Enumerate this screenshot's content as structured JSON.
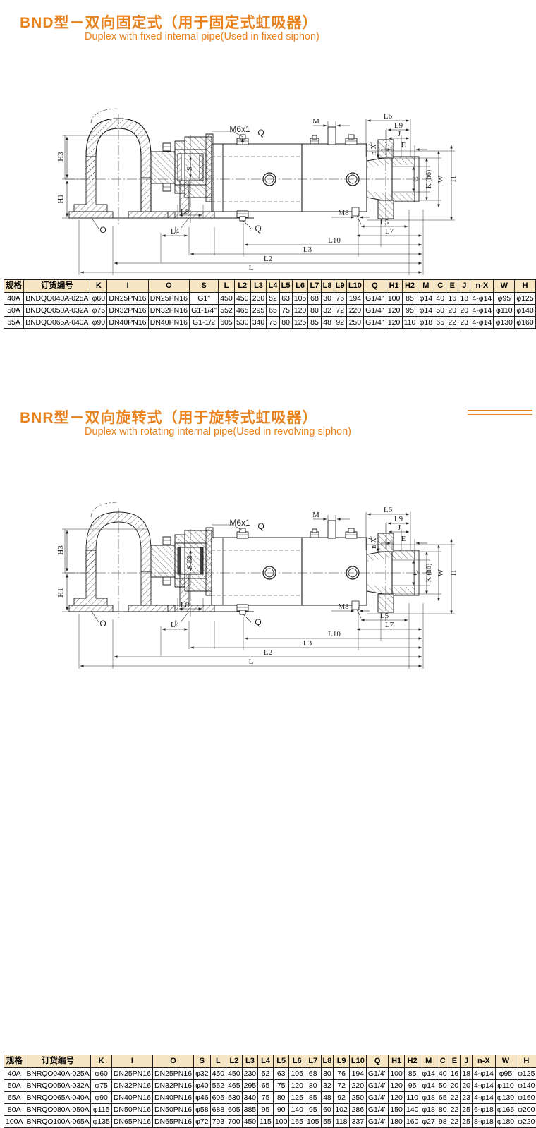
{
  "page": {
    "accent": "#E8821E",
    "header_bg": "#F7E6C4",
    "line": "#231f20"
  },
  "sections": [
    {
      "id": "bnd",
      "title_cn": "BND型－双向固定式（用于固定式虹吸器）",
      "title_en": "Duplex with fixed internal pipe(Used in fixed siphon)",
      "has_rules": false,
      "drawing": {
        "callouts": [
          "M6x1",
          "Q",
          "M8",
          "O",
          "I",
          "S"
        ],
        "dims_top": [
          "M",
          "L6",
          "L9",
          "Y",
          "E",
          "J",
          "n-X"
        ],
        "dims_left": [
          "H3",
          "H1"
        ],
        "dims_right": [
          "C",
          "K (h6)",
          "W",
          "H"
        ],
        "dims_bottom": [
          "L8",
          "L4",
          "L5",
          "L7",
          "L10",
          "L3",
          "L2",
          "L"
        ],
        "bore_label": "S"
      },
      "table": {
        "headers": [
          "规格",
          "订货编号",
          "K",
          "I",
          "O",
          "S",
          "L",
          "L2",
          "L3",
          "L4",
          "L5",
          "L6",
          "L7",
          "L8",
          "L9",
          "L10",
          "Q",
          "H1",
          "H2",
          "M",
          "C",
          "E",
          "J",
          "n-X",
          "W",
          "H"
        ],
        "rows": [
          [
            "40A",
            "BNDQO040A-025A",
            "φ60",
            "DN25PN16",
            "DN25PN16",
            "G1\"",
            "450",
            "450",
            "230",
            "52",
            "63",
            "105",
            "68",
            "30",
            "76",
            "194",
            "G1/4\"",
            "100",
            "85",
            "φ14",
            "40",
            "16",
            "18",
            "4-φ14",
            "φ95",
            "φ125"
          ],
          [
            "50A",
            "BNDQO050A-032A",
            "φ75",
            "DN32PN16",
            "DN32PN16",
            "G1-1/4\"",
            "552",
            "465",
            "295",
            "65",
            "75",
            "120",
            "80",
            "32",
            "72",
            "220",
            "G1/4\"",
            "120",
            "95",
            "φ14",
            "50",
            "20",
            "20",
            "4-φ14",
            "φ110",
            "φ140"
          ],
          [
            "65A",
            "BNDQO065A-040A",
            "φ90",
            "DN40PN16",
            "DN40PN16",
            "G1-1/2",
            "605",
            "530",
            "340",
            "75",
            "80",
            "125",
            "85",
            "48",
            "92",
            "250",
            "G1/4\"",
            "120",
            "110",
            "φ18",
            "65",
            "22",
            "23",
            "4-φ14",
            "φ130",
            "φ160"
          ]
        ]
      }
    },
    {
      "id": "bnr",
      "title_cn": "BNR型－双向旋转式（用于旋转式虹吸器）",
      "title_en": "Duplex with rotating internal pipe(Used in revolving siphon)",
      "has_rules": true,
      "drawing": {
        "callouts": [
          "M6x1",
          "Q",
          "M8",
          "O",
          "I",
          "S E8"
        ],
        "dims_top": [
          "M",
          "L6",
          "L9",
          "Y",
          "E",
          "J",
          "n-X"
        ],
        "dims_left": [
          "H3",
          "H1"
        ],
        "dims_right": [
          "C",
          "K (h6)",
          "W",
          "H"
        ],
        "dims_bottom": [
          "L8",
          "L4",
          "L5",
          "L7",
          "L10",
          "L3",
          "L2",
          "L"
        ],
        "bore_label": "S E8"
      },
      "table": {
        "headers": [
          "规格",
          "订货编号",
          "K",
          "I",
          "O",
          "S",
          "L",
          "L2",
          "L3",
          "L4",
          "L5",
          "L6",
          "L7",
          "L8",
          "L9",
          "L10",
          "Q",
          "H1",
          "H2",
          "M",
          "C",
          "E",
          "J",
          "n-X",
          "W",
          "H"
        ],
        "rows": [
          [
            "40A",
            "BNRQO040A-025A",
            "φ60",
            "DN25PN16",
            "DN25PN16",
            "φ32",
            "450",
            "450",
            "230",
            "52",
            "63",
            "105",
            "68",
            "30",
            "76",
            "194",
            "G1/4\"",
            "100",
            "85",
            "φ14",
            "40",
            "16",
            "18",
            "4-φ14",
            "φ95",
            "φ125"
          ],
          [
            "50A",
            "BNRQO050A-032A",
            "φ75",
            "DN32PN16",
            "DN32PN16",
            "φ40",
            "552",
            "465",
            "295",
            "65",
            "75",
            "120",
            "80",
            "32",
            "72",
            "220",
            "G1/4\"",
            "120",
            "95",
            "φ14",
            "50",
            "20",
            "20",
            "4-φ14",
            "φ110",
            "φ140"
          ],
          [
            "65A",
            "BNRQO065A-040A",
            "φ90",
            "DN40PN16",
            "DN40PN16",
            "φ46",
            "605",
            "530",
            "340",
            "75",
            "80",
            "125",
            "85",
            "48",
            "92",
            "250",
            "G1/4\"",
            "120",
            "110",
            "φ18",
            "65",
            "22",
            "23",
            "4-φ14",
            "φ130",
            "φ160"
          ],
          [
            "80A",
            "BNRQO080A-050A",
            "φ115",
            "DN50PN16",
            "DN50PN16",
            "φ58",
            "688",
            "605",
            "385",
            "95",
            "90",
            "140",
            "95",
            "60",
            "102",
            "286",
            "G1/4\"",
            "150",
            "140",
            "φ18",
            "80",
            "22",
            "25",
            "6-φ18",
            "φ165",
            "φ200"
          ],
          [
            "100A",
            "BNRQO100A-065A",
            "φ135",
            "DN65PN16",
            "DN65PN16",
            "φ72",
            "793",
            "700",
            "450",
            "115",
            "100",
            "165",
            "105",
            "55",
            "118",
            "337",
            "G1/4\"",
            "180",
            "160",
            "φ27",
            "98",
            "22",
            "25",
            "8-φ18",
            "φ180",
            "φ220"
          ]
        ]
      }
    }
  ]
}
